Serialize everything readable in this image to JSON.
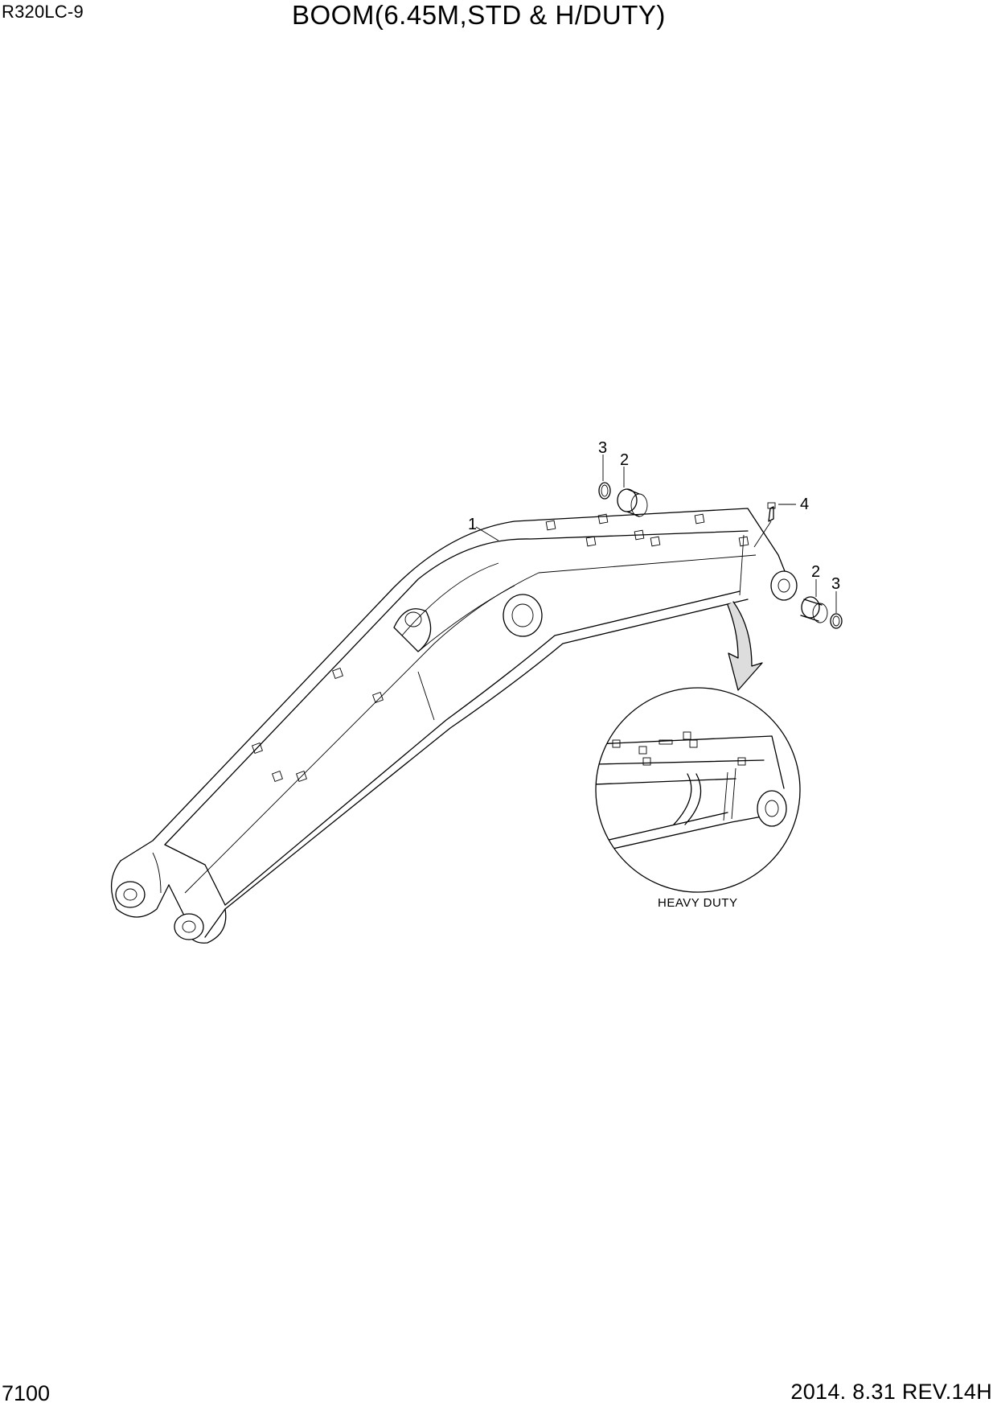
{
  "header": {
    "model": "R320LC-9",
    "title": "BOOM(6.45M,STD & H/DUTY)"
  },
  "footer": {
    "page_number": "7100",
    "date_revision": "2014. 8.31  REV.14H"
  },
  "callouts": {
    "boom": "1",
    "bushing_top": "2",
    "ring_top": "3",
    "grease_fitting": "4",
    "bushing_right": "2",
    "ring_right": "3"
  },
  "detail": {
    "label": "HEAVY DUTY"
  }
}
